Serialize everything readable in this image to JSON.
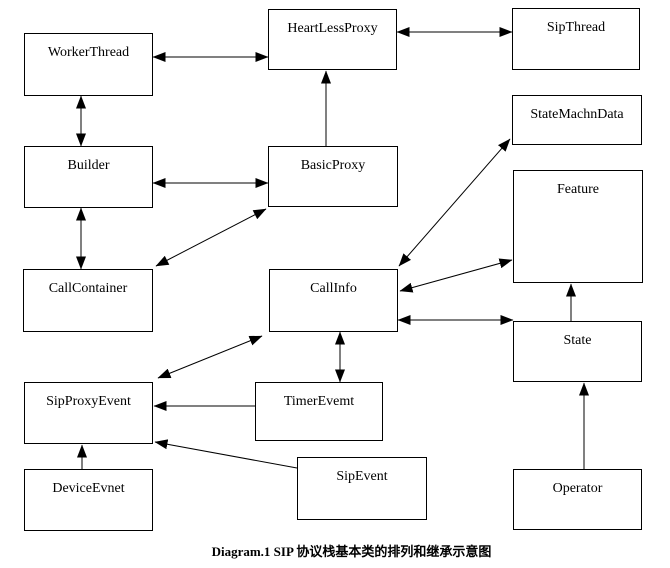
{
  "diagram": {
    "caption": "Diagram.1 SIP 协议栈基本类的排列和继承示意图",
    "colors": {
      "background": "#ffffff",
      "line": "#000000",
      "text": "#000000",
      "box_fill": "#ffffff",
      "box_border": "#000000"
    },
    "nodes": {
      "worker_thread": {
        "label": "WorkerThread"
      },
      "heart_less_proxy": {
        "label": "HeartLessProxy"
      },
      "sip_thread": {
        "label": "SipThread"
      },
      "state_machn_data": {
        "label": "StateMachnData"
      },
      "builder": {
        "label": "Builder"
      },
      "basic_proxy": {
        "label": "BasicProxy"
      },
      "feature": {
        "label": "Feature"
      },
      "call_container": {
        "label": "CallContainer"
      },
      "call_info": {
        "label": "CallInfo"
      },
      "state": {
        "label": "State"
      },
      "sip_proxy_event": {
        "label": "SipProxyEvent"
      },
      "timer_evemt": {
        "label": "TimerEvemt"
      },
      "device_evnet": {
        "label": "DeviceEvnet"
      },
      "sip_event": {
        "label": "SipEvent"
      },
      "operator": {
        "label": "Operator"
      }
    },
    "edges": [
      {
        "from": "WorkerThread",
        "to": "HeartLessProxy",
        "arrow": "double"
      },
      {
        "from": "HeartLessProxy",
        "to": "SipThread",
        "arrow": "double"
      },
      {
        "from": "WorkerThread",
        "to": "Builder",
        "arrow": "double"
      },
      {
        "from": "Builder",
        "to": "BasicProxy",
        "arrow": "double"
      },
      {
        "from": "Builder",
        "to": "CallContainer",
        "arrow": "double"
      },
      {
        "from": "BasicProxy",
        "to": "HeartLessProxy",
        "arrow": "single"
      },
      {
        "from": "BasicProxy",
        "to": "CallContainer",
        "arrow": "double"
      },
      {
        "from": "CallInfo",
        "to": "StateMachnData",
        "arrow": "double"
      },
      {
        "from": "CallInfo",
        "to": "Feature",
        "arrow": "double"
      },
      {
        "from": "CallInfo",
        "to": "State",
        "arrow": "double"
      },
      {
        "from": "CallInfo",
        "to": "TimerEvemt",
        "arrow": "double"
      },
      {
        "from": "CallInfo",
        "to": "SipProxyEvent",
        "arrow": "double"
      },
      {
        "from": "TimerEvemt",
        "to": "SipProxyEvent",
        "arrow": "single"
      },
      {
        "from": "SipEvent",
        "to": "SipProxyEvent",
        "arrow": "single"
      },
      {
        "from": "DeviceEvnet",
        "to": "SipProxyEvent",
        "arrow": "single"
      },
      {
        "from": "State",
        "to": "Feature",
        "arrow": "single"
      },
      {
        "from": "Operator",
        "to": "State",
        "arrow": "single"
      }
    ]
  }
}
